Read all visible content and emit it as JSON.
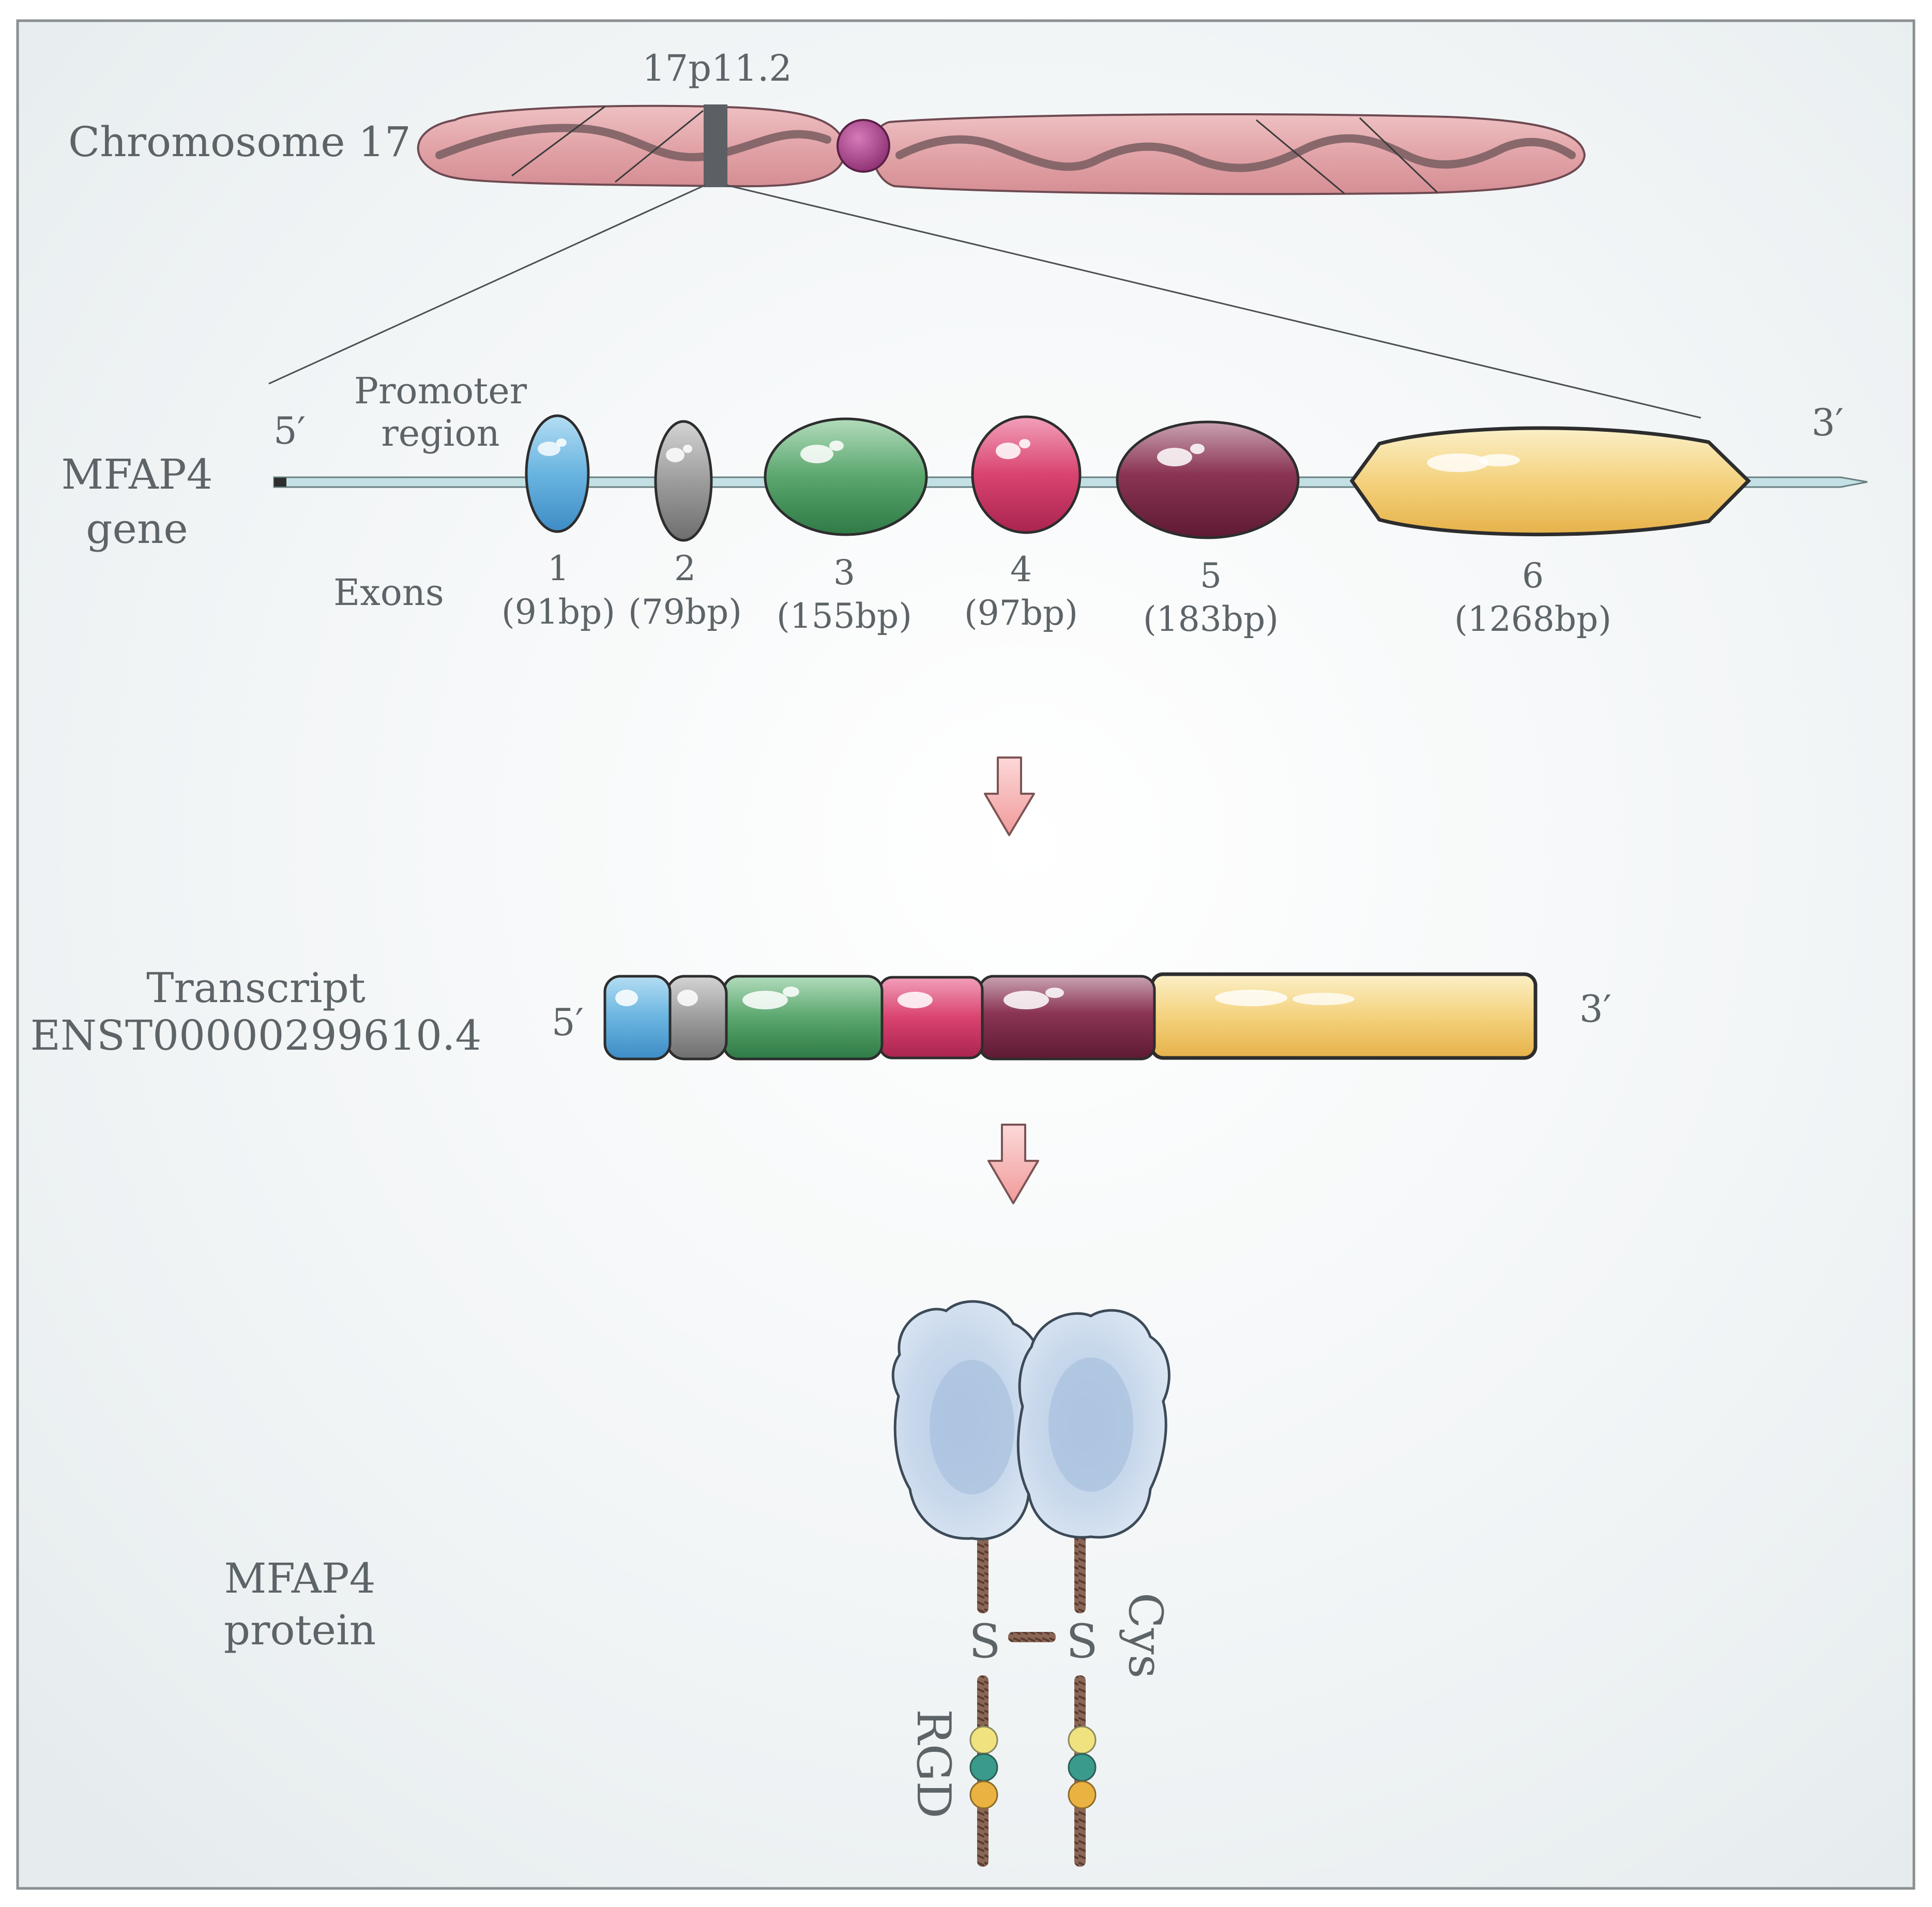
{
  "chromosome": {
    "label": "Chromosome 17",
    "band": "17p11.2",
    "colors": {
      "body": "#e4a9ad",
      "band": "#5c6064",
      "centromere": "#a04686"
    }
  },
  "gene": {
    "label_line1": "MFAP4",
    "label_line2": "gene",
    "five_prime": "5′",
    "three_prime": "3′",
    "promoter_line1": "Promoter",
    "promoter_line2": "region",
    "exons_label": "Exons",
    "exons": [
      {
        "number": "1",
        "size": "(91bp)",
        "color": "#69b4e0"
      },
      {
        "number": "2",
        "size": "(79bp)",
        "color": "#9a9a9a"
      },
      {
        "number": "3",
        "size": "(155bp)",
        "color": "#5aa66e"
      },
      {
        "number": "4",
        "size": "(97bp)",
        "color": "#d9436f"
      },
      {
        "number": "5",
        "size": "(183bp)",
        "color": "#7d2a47"
      },
      {
        "number": "6",
        "size": "(1268bp)",
        "color": "#f2cf72"
      }
    ]
  },
  "transcript": {
    "label_line1": "Transcript",
    "label_line2": "ENST00000299610.4",
    "five_prime": "5′",
    "three_prime": "3′"
  },
  "protein": {
    "label_line1": "MFAP4",
    "label_line2": "protein",
    "s_left": "S",
    "s_right": "S",
    "cys": "Cys",
    "rgd": "RGD",
    "colors": {
      "domain": "#c5d6eb",
      "bead_yellow": "#f0e27e",
      "bead_teal": "#3a9a8c",
      "bead_orange": "#eab341"
    }
  }
}
